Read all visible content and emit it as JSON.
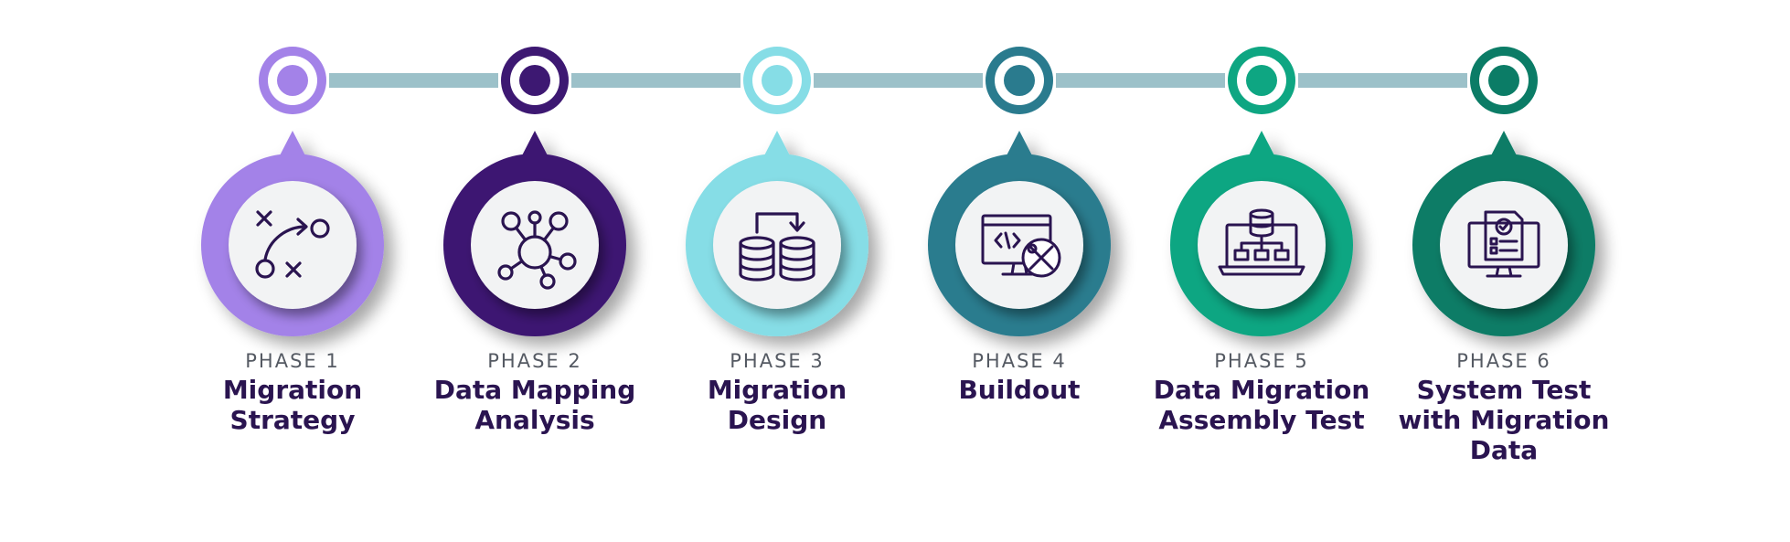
{
  "phases": [
    {
      "phase_label": "PHASE 1",
      "title_lines": [
        "Migration",
        "Strategy"
      ],
      "color": "#a382e8",
      "inner_color": "#a382e8",
      "icon": "strategy-play-icon"
    },
    {
      "phase_label": "PHASE 2",
      "title_lines": [
        "Data Mapping",
        "Analysis"
      ],
      "color": "#3d1872",
      "inner_color": "#3d1872",
      "icon": "network-hub-icon"
    },
    {
      "phase_label": "PHASE 3",
      "title_lines": [
        "Migration",
        "Design"
      ],
      "color": "#86dde6",
      "inner_color": "#86dde6",
      "icon": "database-transfer-icon"
    },
    {
      "phase_label": "PHASE 4",
      "title_lines": [
        "Buildout"
      ],
      "color": "#2a7b8e",
      "inner_color": "#2a7b8e",
      "icon": "code-tools-monitor-icon"
    },
    {
      "phase_label": "PHASE 5",
      "title_lines": [
        "Data Migration",
        "Assembly Test"
      ],
      "color": "#0ea682",
      "inner_color": "#0ea682",
      "icon": "laptop-database-tree-icon"
    },
    {
      "phase_label": "PHASE 6",
      "title_lines": [
        "System Test",
        "with Migration",
        "Data"
      ],
      "color": "#0b7c66",
      "inner_color": "#0b7c66",
      "icon": "checklist-monitor-icon"
    }
  ],
  "connector_color": "#9cc1c9",
  "icon_stroke_color": "#2a1450"
}
